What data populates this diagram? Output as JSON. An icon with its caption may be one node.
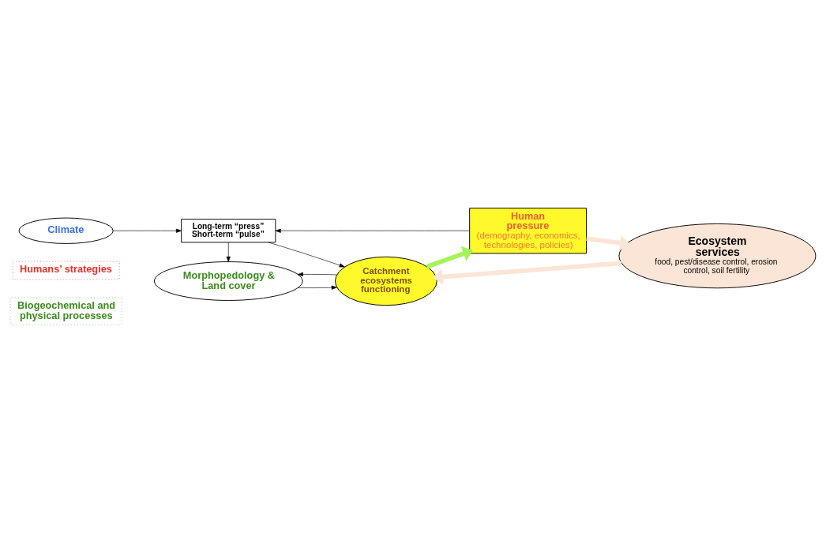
{
  "diagram": {
    "nodes": [
      {
        "text": [
          "Biogeochemical and physical processes"
        ]
      },
      {
        "text": [
          "Humans’ strategies"
        ]
      },
      {
        "text": [
          "Climate"
        ]
      },
      {
        "text": [
          "Morphopedology & Land cover"
        ]
      },
      {
        "text": [
          "Human pressure",
          "(demography, economics, technologies, policies)"
        ]
      },
      {
        "text": [
          "Long-term “press”",
          "Short-term “pulse”"
        ]
      },
      {
        "text": [
          "Ecosystem services",
          "food, pest/disease control, erosion control, soil fertility"
        ]
      },
      {
        "text": [
          "Catchment ecosystems functioning"
        ]
      }
    ],
    "edges": [
      {
        "from": 2,
        "to": 5,
        "arrow": "to"
      },
      {
        "from": 4,
        "to": 5,
        "arrow": "to"
      },
      {
        "from": 5,
        "to": 3,
        "arrow": "to"
      },
      {
        "from": 5,
        "to": 7,
        "arrow": "to"
      },
      {
        "from": 3,
        "to": 7,
        "arrow": "to"
      },
      {
        "from": 7,
        "to": 3,
        "arrow": "to"
      },
      {
        "from": 4,
        "to": 6,
        "arrow": "to",
        "style": "thick",
        "color": "#fbe5d6"
      },
      {
        "from": 6,
        "to": 7,
        "arrow": "to",
        "style": "thick",
        "color": "#fbe5d6"
      },
      {
        "from": 7,
        "to": 4,
        "arrow": "to",
        "style": "thick",
        "color": "#a6f25a"
      }
    ]
  }
}
